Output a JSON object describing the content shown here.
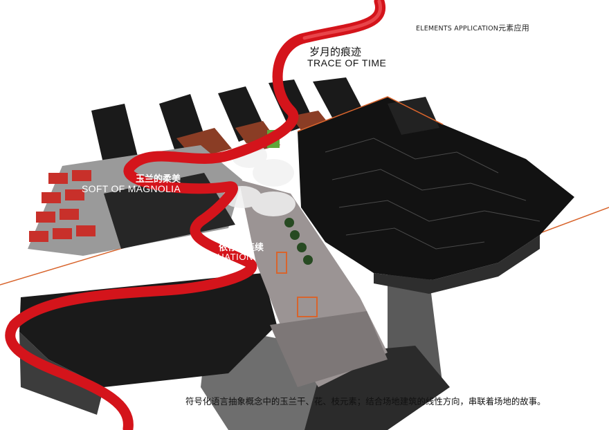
{
  "header": {
    "label_en": "ELEMENTS APPLICATION",
    "label_cn": "元素应用"
  },
  "trace": {
    "cn": "岁月的痕迹",
    "en": "TRACE OF TIME"
  },
  "magnolia": {
    "cn": "玉兰的柔美",
    "en": "SOFT OF MAGNOLIA"
  },
  "intertwined": {
    "cn": "依存的连续",
    "en": "INTERTWINED CONTINUATION"
  },
  "caption": "符号化语言抽象概念中的玉兰干、花、枝元素；结合场地建筑的线性方向，串联着场地的故事。",
  "colors": {
    "ribbon": "#d4141b",
    "roof_dark": "#111111",
    "plaza": "#8a8a8a",
    "accent_line": "#d8642c",
    "tile_red": "#c8302a"
  }
}
